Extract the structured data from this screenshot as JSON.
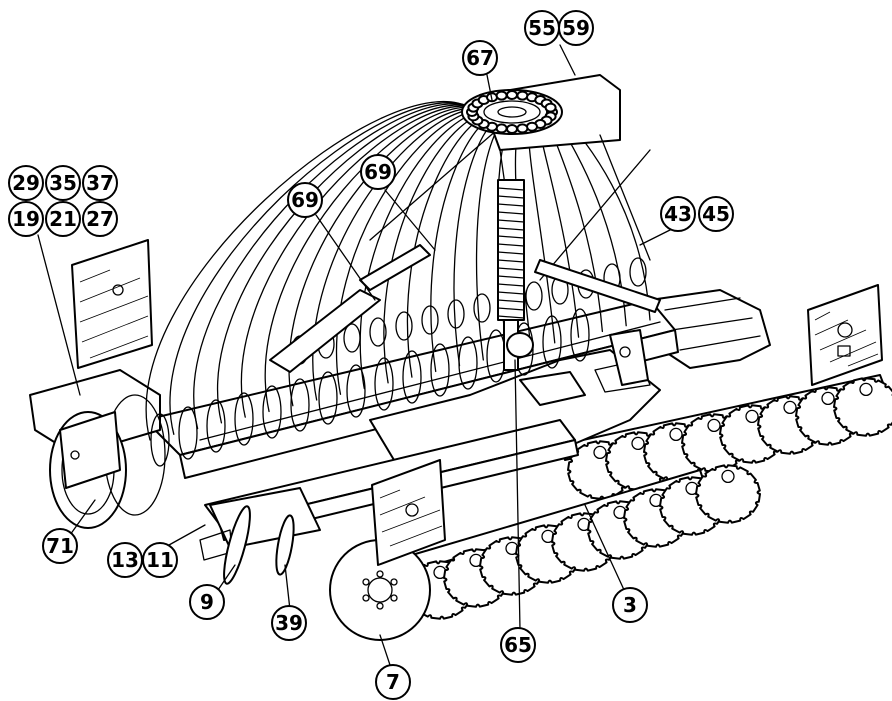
{
  "callouts": [
    {
      "id": "c67",
      "label": "67"
    },
    {
      "id": "c55",
      "label": "55"
    },
    {
      "id": "c59",
      "label": "59"
    },
    {
      "id": "c29",
      "label": "29"
    },
    {
      "id": "c35",
      "label": "35"
    },
    {
      "id": "c37",
      "label": "37"
    },
    {
      "id": "c19",
      "label": "19"
    },
    {
      "id": "c21",
      "label": "21"
    },
    {
      "id": "c27",
      "label": "27"
    },
    {
      "id": "c69a",
      "label": "69"
    },
    {
      "id": "c69b",
      "label": "69"
    },
    {
      "id": "c43",
      "label": "43"
    },
    {
      "id": "c45",
      "label": "45"
    },
    {
      "id": "c71",
      "label": "71"
    },
    {
      "id": "c13",
      "label": "13"
    },
    {
      "id": "c11",
      "label": "11"
    },
    {
      "id": "c9",
      "label": "9"
    },
    {
      "id": "c39",
      "label": "39"
    },
    {
      "id": "c7",
      "label": "7"
    },
    {
      "id": "c65",
      "label": "65"
    },
    {
      "id": "c3",
      "label": "3"
    }
  ]
}
